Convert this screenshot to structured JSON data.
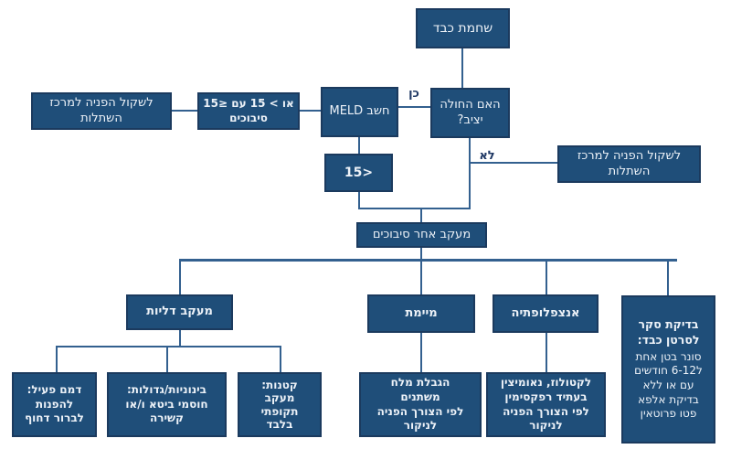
{
  "colors": {
    "box_fill": "#1F4E79",
    "box_border": "#1B3A5E",
    "connector_line": "#33608F",
    "branch_label_text": "#1F3864",
    "box_text": "#EDF2F8",
    "background": "#FFFFFF"
  },
  "labels": {
    "yes": "כן",
    "no": "לא"
  },
  "nodes": {
    "root": "שחמת כבד",
    "stable_question": "האם החולה\nיציב?",
    "calc_meld": "חשב MELD",
    "meld_high": "15≥ או > 15 עם\nסיבוכים",
    "meld_low": "15>",
    "transplant_left": "לשקול הפניה למרכז\nהשתלות",
    "transplant_right": "לשקול הפניה למרכז\nהשתלות",
    "complications_followup": "מעקב אחר סיבוכים",
    "varices_followup": "מעקב דליות",
    "ascites": "מיימת",
    "encephalopathy": "אנצפלופתיה",
    "hcc_screening_title": "בדיקת סקר\nלסרטן כבד:",
    "hcc_screening_body": "סונר בטן אחת\nל6-12 חודשים\nעם או ללא\nבדיקת אלפא\nפטו פרוטאין",
    "active_bleeding": "דמם פעיל:\nלהפנות\nלברור דחוף",
    "medium_large_varices": "בינוניות/גדולות:\nחוסמי ביטא ו/או\nקשירה",
    "small_varices": "קטנות:\nמעקב\nתקופתי\nבלבד",
    "ascites_treatment": "הגבלת מלח\nמשתנים\nלפי הצורך הפניה\nלניקור",
    "encephalopathy_treatment": "לקטולוז, נאומיצין\nבעתיד רפקסימין\nלפי הצורך הפניה\nלניקור"
  }
}
